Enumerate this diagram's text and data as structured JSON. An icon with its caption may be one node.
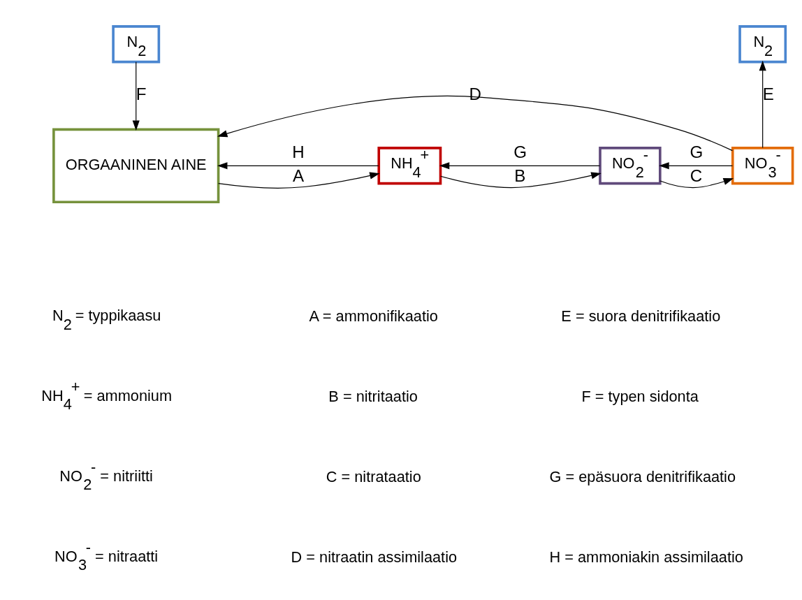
{
  "diagram": {
    "nodes": [
      {
        "text": [
          "N$_{2}$"
        ]
      },
      {
        "text": [
          "ORGAANINEN AINE"
        ]
      },
      {
        "text": [
          "NH$_{4}$$^{+}$"
        ]
      },
      {
        "text": [
          "NO$_{2}$$^{-}$"
        ]
      },
      {
        "text": [
          "NO$_{3}$$^{-}$"
        ]
      },
      {
        "text": [
          "N$_{2}$"
        ]
      }
    ],
    "edges": [
      {
        "from": 0,
        "to": 1,
        "arrow": "to",
        "label": "F"
      },
      {
        "from": 1,
        "to": 2,
        "arrow": "to",
        "label": "A"
      },
      {
        "from": 2,
        "to": 3,
        "arrow": "to",
        "label": "B"
      },
      {
        "from": 3,
        "to": 4,
        "arrow": "to",
        "label": "C"
      },
      {
        "from": 4,
        "to": 5,
        "arrow": "to",
        "label": "E"
      },
      {
        "from": 2,
        "to": 1,
        "arrow": "to",
        "label": "H"
      },
      {
        "from": 3,
        "to": 2,
        "arrow": "to",
        "label": "G"
      },
      {
        "from": 4,
        "to": 3,
        "arrow": "to",
        "label": "G"
      },
      {
        "from": 4,
        "to": 1,
        "arrow": "to",
        "label": "D"
      }
    ],
    "labels": [
      "N$_{2}$ = typpikaasu",
      "A = ammonifikaatio",
      "E = suora denitrifikaatio",
      "NH$_{4}$$^{+}$ = ammonium",
      "B = nitritaatio",
      "F = typen sidonta",
      "NO$_{2}$$^{-}$ = nitriitti",
      "C = nitrataatio",
      "G = epäsuora denitrifikaatio",
      "NO$_{3}$$^{-}$ = nitraatti",
      "D = nitraatin assimilaatio",
      "H = ammoniakin assimilaatio"
    ]
  }
}
